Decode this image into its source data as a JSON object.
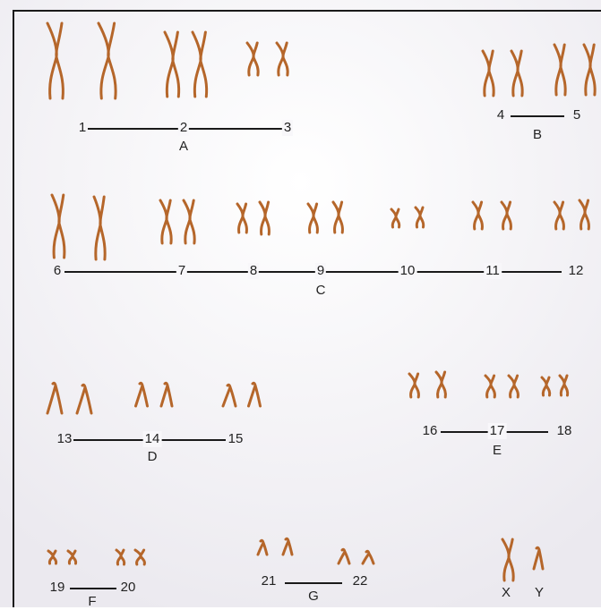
{
  "colors": {
    "chromosome": "#B5662A",
    "text": "#222222",
    "line": "#1a1a1a",
    "border": "#1a1a1a",
    "background_center": "#ffffff",
    "background_edge": "#ebe9ef"
  },
  "numbers": {
    "n1": "1",
    "n2": "2",
    "n3": "3",
    "n4": "4",
    "n5": "5",
    "n6": "6",
    "n7": "7",
    "n8": "8",
    "n9": "9",
    "n10": "10",
    "n11": "11",
    "n12": "12",
    "n13": "13",
    "n14": "14",
    "n15": "15",
    "n16": "16",
    "n17": "17",
    "n18": "18",
    "n19": "19",
    "n20": "20",
    "n21": "21",
    "n22": "22",
    "nX": "X",
    "nY": "Y"
  },
  "groups": {
    "A": "A",
    "B": "B",
    "C": "C",
    "D": "D",
    "E": "E",
    "F": "F",
    "G": "G"
  }
}
